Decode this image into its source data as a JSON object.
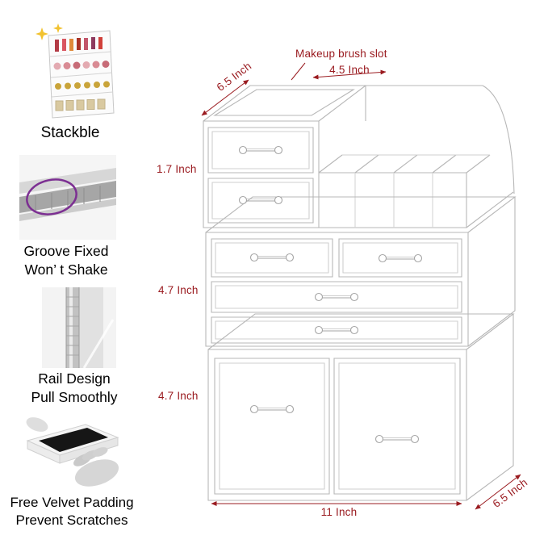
{
  "colors": {
    "annotation": "#9a1b20",
    "caption": "#000000",
    "wireframe": "#b7b7b7"
  },
  "drawing": {
    "labels": {
      "brush_slot": "Makeup brush slot",
      "top_width": "4.5 Inch",
      "top_depth": "6.5 Inch",
      "top_height": "1.7 Inch",
      "middle_height": "4.7 Inch",
      "bottom_height": "4.7 Inch",
      "bottom_width": "11 Inch",
      "bottom_depth": "6.5 Inch"
    }
  },
  "features": [
    {
      "caption_lines": [
        "Stackble"
      ]
    },
    {
      "caption_lines": [
        "Groove Fixed",
        "Won’ t Shake"
      ]
    },
    {
      "caption_lines": [
        "Rail Design",
        "Pull Smoothly"
      ]
    },
    {
      "caption_lines": [
        "Free Velvet Padding",
        "Prevent Scratches"
      ]
    }
  ]
}
